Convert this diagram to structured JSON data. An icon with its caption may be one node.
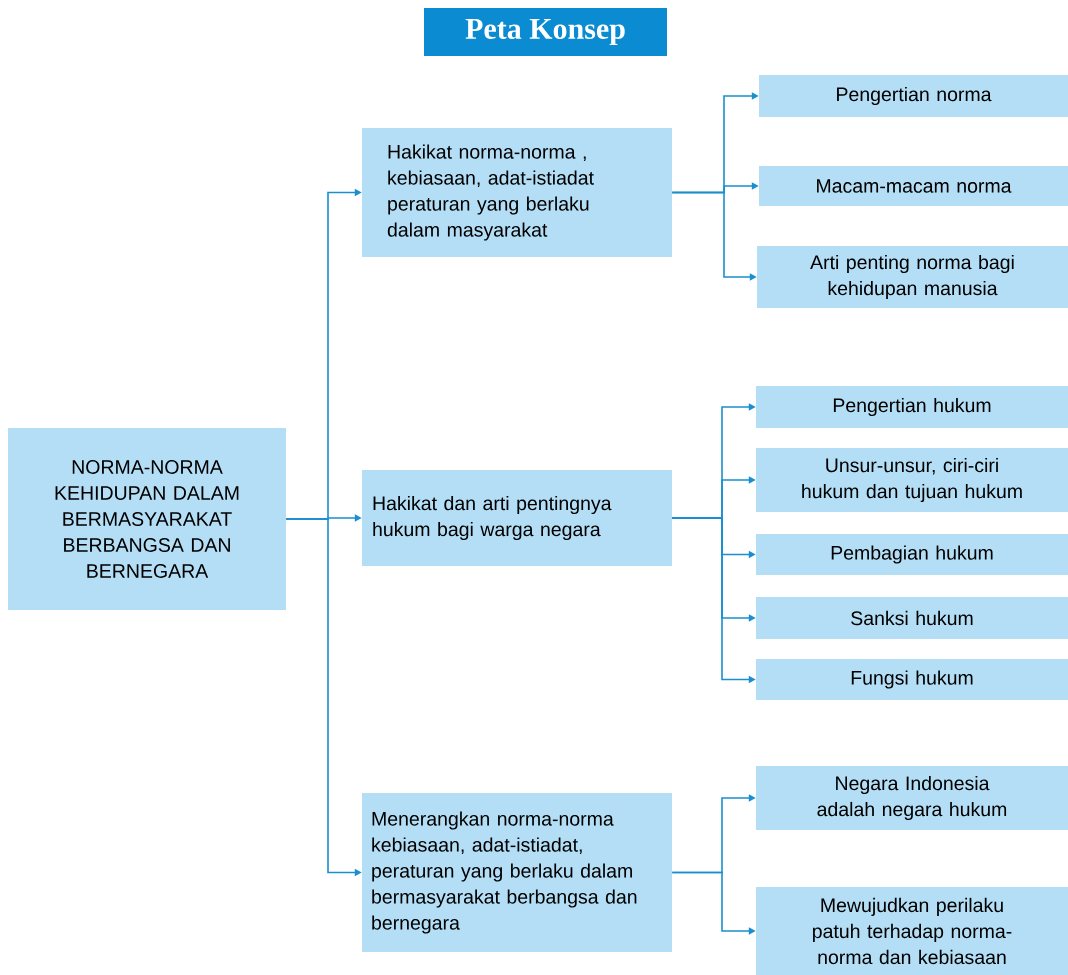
{
  "diagram": {
    "title": "Peta Konsep",
    "nodes": [
      {
        "text": [
          "NORMA-NORMA KEHIDUPAN DALAM BERMASYARAKAT BERBANGSA DAN BERNEGARA"
        ]
      },
      {
        "text": [
          "Hakikat norma-norma , kebiasaan, adat-istiadat peraturan yang berlaku dalam masyarakat"
        ]
      },
      {
        "text": [
          "Pengertian norma"
        ]
      },
      {
        "text": [
          "Macam-macam norma"
        ]
      },
      {
        "text": [
          "Arti penting norma bagi kehidupan  manusia"
        ]
      },
      {
        "text": [
          "Hakikat dan arti pentingnya hukum bagi warga negara"
        ]
      },
      {
        "text": [
          "Pengertian hukum"
        ]
      },
      {
        "text": [
          "Unsur-unsur, ciri-ciri hukum dan tujuan hukum"
        ]
      },
      {
        "text": [
          "Pembagian hukum"
        ]
      },
      {
        "text": [
          "Sanksi hukum"
        ]
      },
      {
        "text": [
          "Fungsi hukum"
        ]
      },
      {
        "text": [
          "Menerangkan norma-norma kebiasaan, adat-istiadat, peraturan yang berlaku dalam bermasyarakat berbangsa dan bernegara"
        ]
      },
      {
        "text": [
          "Negara Indonesia adalah negara hukum"
        ]
      },
      {
        "text": [
          "Mewujudkan perilaku patuh terhadap norma-norma dan kebiasaan"
        ]
      }
    ],
    "edges": [
      {
        "from": 0,
        "to": 1,
        "arrow": "to"
      },
      {
        "from": 0,
        "to": 5,
        "arrow": "to"
      },
      {
        "from": 0,
        "to": 11,
        "arrow": "to"
      },
      {
        "from": 1,
        "to": 2,
        "arrow": "to"
      },
      {
        "from": 1,
        "to": 3,
        "arrow": "to"
      },
      {
        "from": 1,
        "to": 4,
        "arrow": "to"
      },
      {
        "from": 5,
        "to": 6,
        "arrow": "to"
      },
      {
        "from": 5,
        "to": 7,
        "arrow": "to"
      },
      {
        "from": 5,
        "to": 8,
        "arrow": "to"
      },
      {
        "from": 5,
        "to": 9,
        "arrow": "to"
      },
      {
        "from": 5,
        "to": 10,
        "arrow": "to"
      },
      {
        "from": 11,
        "to": 12,
        "arrow": "to"
      },
      {
        "from": 11,
        "to": 13,
        "arrow": "to"
      }
    ]
  }
}
